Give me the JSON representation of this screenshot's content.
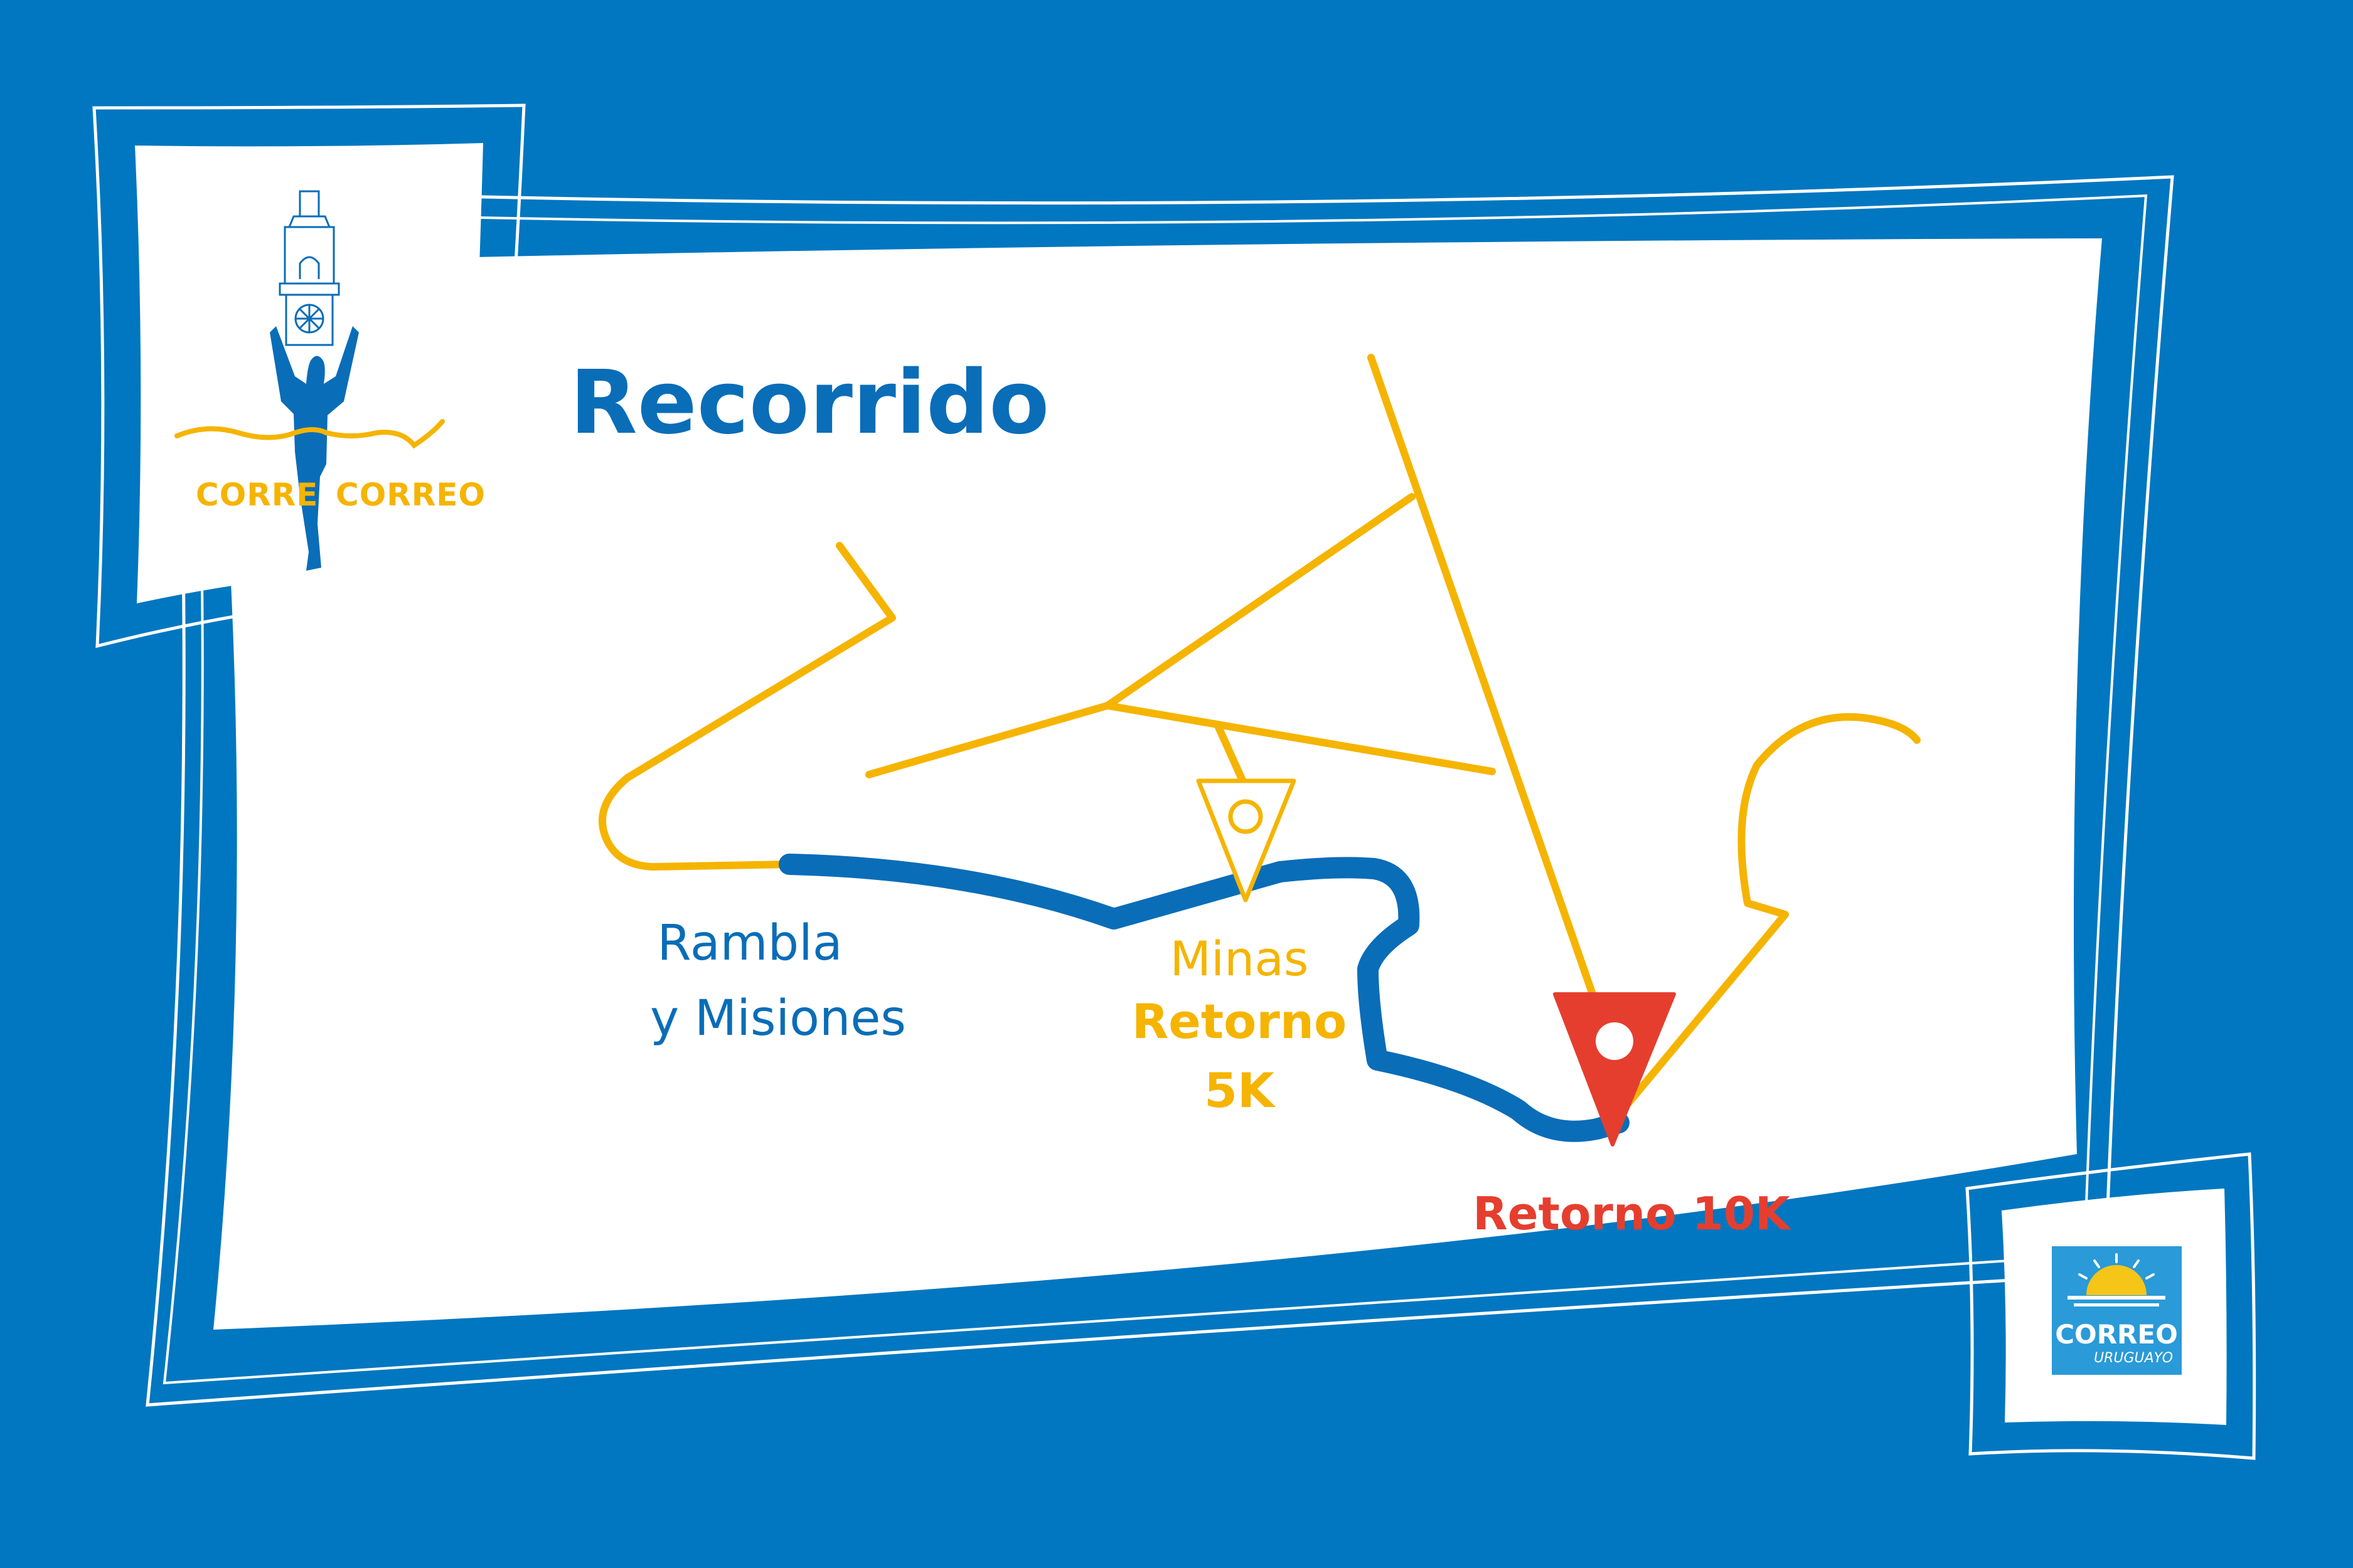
{
  "colors": {
    "background": "#0077C0",
    "card": "#FFFFFF",
    "route_main": "#F5B400",
    "route_coast": "#0A6DB8",
    "marker_10k": "#E53E2F"
  },
  "title": "Recorrido",
  "labels": {
    "rambla_line1": "Rambla",
    "rambla_line2": "y Misiones",
    "minas": "Minas",
    "retorno5k_line1": "Retorno",
    "retorno5k_line2": "5K",
    "retorno10k": "Retorno 10K"
  },
  "event_logo": {
    "icon": "runner-with-clock-tower-icon",
    "text_left": "CORRE",
    "text_right": "CORREO"
  },
  "sponsor_logo": {
    "icon": "sunrise-icon",
    "name": "CORREO",
    "subname": "URUGUAYO"
  }
}
